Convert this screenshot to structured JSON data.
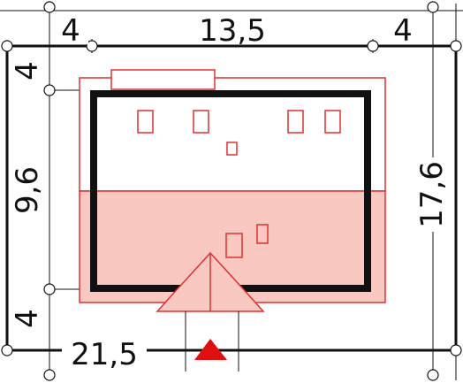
{
  "dimensions": {
    "top_left": "4",
    "top_middle": "13,5",
    "top_right": "4",
    "left_top": "4",
    "left_middle": "9,6",
    "left_bottom": "4",
    "right_total": "17,6",
    "bottom_total": "21,5"
  },
  "colors": {
    "line": "#111111",
    "red": "#e03030",
    "fill": "#f9c8c0",
    "arrow": "#e01010"
  }
}
